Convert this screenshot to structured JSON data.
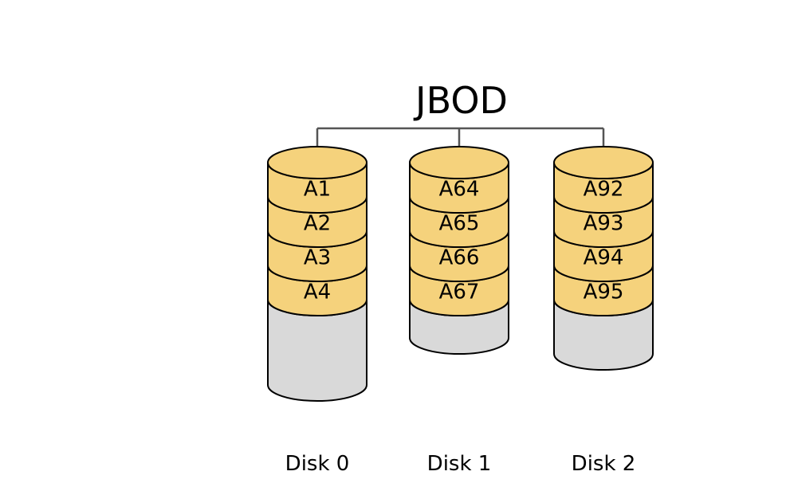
{
  "title": "JBOD",
  "colors": {
    "block_fill": "#f5d27c",
    "empty_fill": "#d9d9d9",
    "outline": "#000000",
    "connector": "#555555",
    "background": "#ffffff"
  },
  "disks": [
    {
      "label": "Disk 0",
      "blocks": [
        "A1",
        "A2",
        "A3",
        "A4"
      ],
      "empty_share": 0.71
    },
    {
      "label": "Disk 1",
      "blocks": [
        "A64",
        "A65",
        "A66",
        "A67"
      ],
      "empty_share": 0.32
    },
    {
      "label": "Disk 2",
      "blocks": [
        "A92",
        "A93",
        "A94",
        "A95"
      ],
      "empty_share": 0.45
    }
  ]
}
